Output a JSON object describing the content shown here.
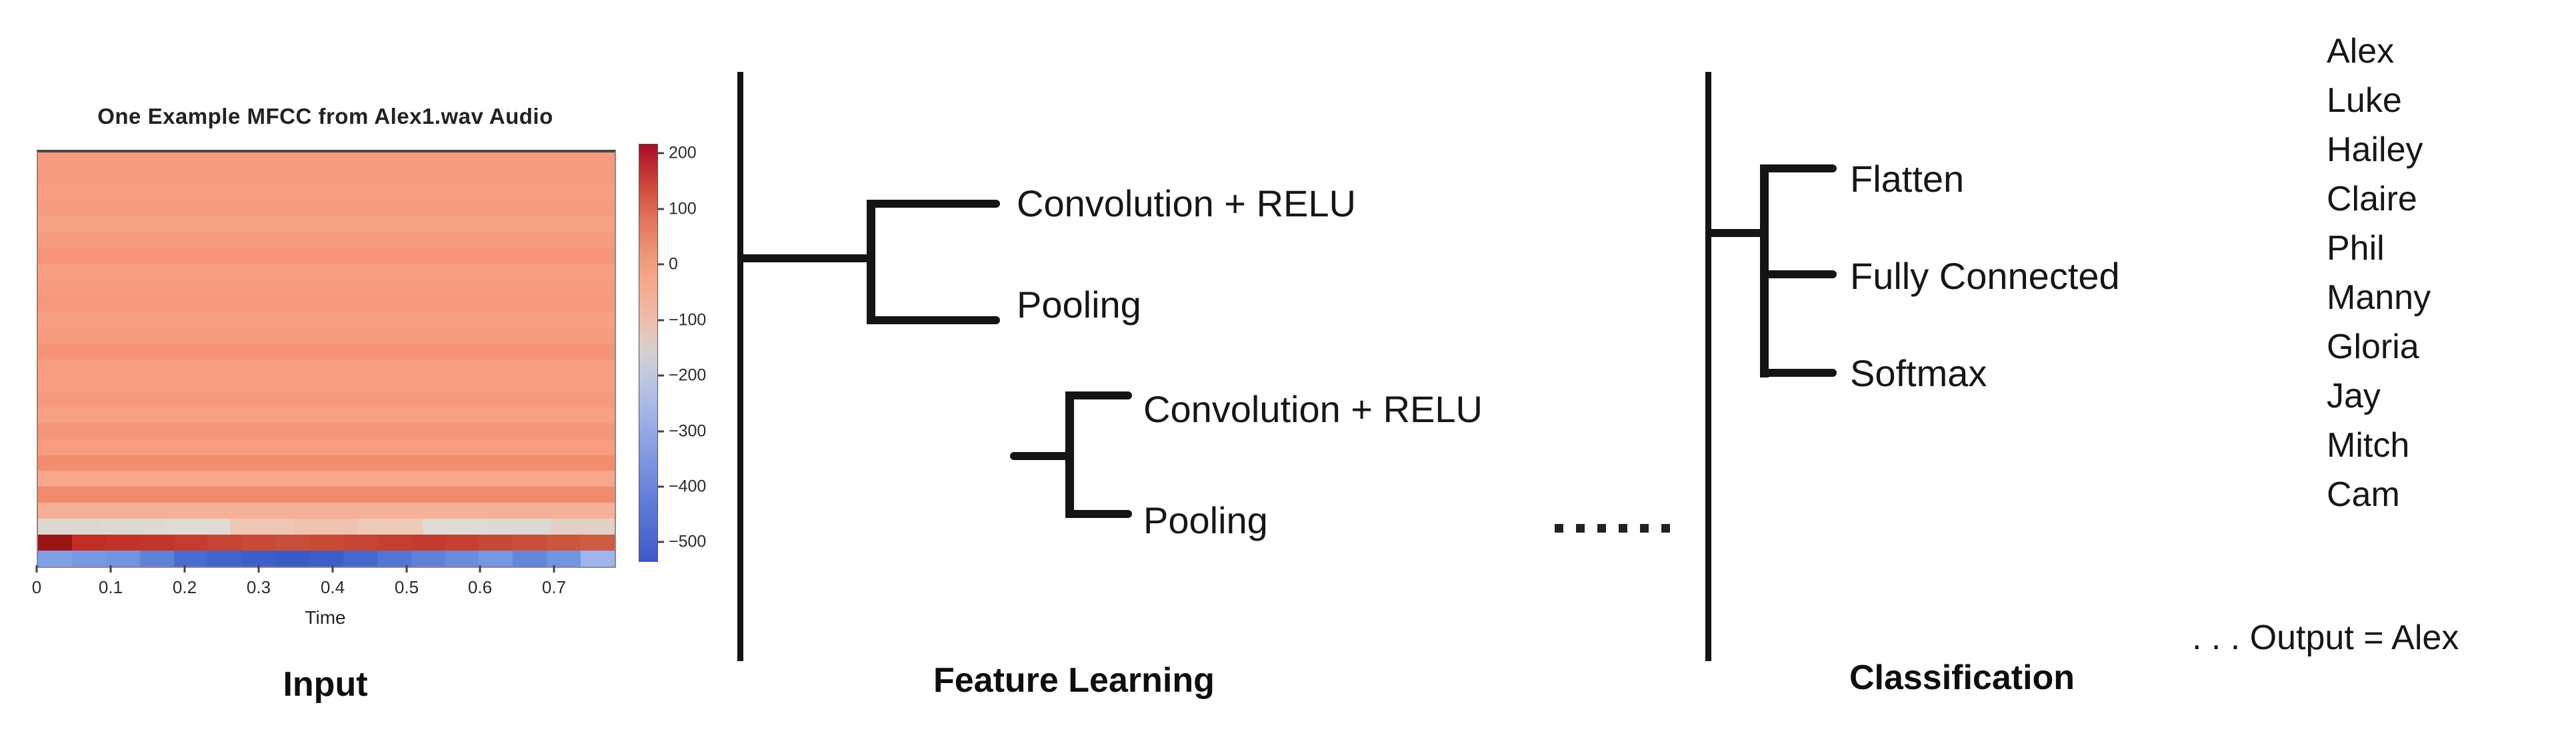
{
  "input": {
    "label": "Input",
    "plot": {
      "title": "One Example MFCC from Alex1.wav Audio",
      "xlabel": "Time"
    }
  },
  "feature_learning": {
    "label": "Feature Learning",
    "level1": {
      "top": "Convolution + RELU",
      "bottom": "Pooling"
    },
    "level2": {
      "top": "Convolution + RELU",
      "bottom": "Pooling"
    },
    "ellipsis_dots": 6
  },
  "classification": {
    "label": "Classification",
    "layers": [
      "Flatten",
      "Fully Connected",
      "Softmax"
    ],
    "classes": [
      "Alex",
      "Luke",
      "Hailey",
      "Claire",
      "Phil",
      "Manny",
      "Gloria",
      "Jay",
      "Mitch",
      "Cam"
    ],
    "output_text": ". . . Output = Alex"
  },
  "colors": {
    "connector_line": "#141414",
    "heatmap_body_salmon": "#F79B7E",
    "heatmap_gray_band": "#DBD8D2",
    "heatmap_dark_red_row": "#C43A2E",
    "heatmap_blue_row": "#4668CD",
    "colorbar_top_red": "#A50F23",
    "colorbar_bottom_blue": "#4059C7"
  },
  "chart_data": {
    "type": "heatmap",
    "title": "One Example MFCC from Alex1.wav Audio",
    "xlabel": "Time",
    "x_range": [
      0,
      0.78
    ],
    "x_ticks": [
      "0",
      "0.1",
      "0.2",
      "0.3",
      "0.4",
      "0.5",
      "0.6",
      "0.7"
    ],
    "colorbar": {
      "colormap": "coolwarm",
      "value_range": [
        -533,
        217
      ],
      "ticks": [
        {
          "v": 200,
          "label": "200"
        },
        {
          "v": 100,
          "label": "100"
        },
        {
          "v": 0,
          "label": "0"
        },
        {
          "v": -100,
          "label": "−100"
        },
        {
          "v": -200,
          "label": "−200"
        },
        {
          "v": -300,
          "label": "−300"
        },
        {
          "v": -400,
          "label": "−400"
        },
        {
          "v": -500,
          "label": "−500"
        }
      ]
    },
    "n_rows": 26,
    "rows": [
      {
        "v": 60,
        "color": "#F79B7E"
      },
      {
        "v": 62,
        "color": "#F6997C"
      },
      {
        "v": 57,
        "color": "#F89F82"
      },
      {
        "v": 61,
        "color": "#F69A7D"
      },
      {
        "v": 54,
        "color": "#F8A285"
      },
      {
        "v": 60,
        "color": "#F79B7E"
      },
      {
        "v": 68,
        "color": "#F59476"
      },
      {
        "v": 58,
        "color": "#F89E81"
      },
      {
        "v": 61,
        "color": "#F79A7D"
      },
      {
        "v": 64,
        "color": "#F6977A"
      },
      {
        "v": 56,
        "color": "#F8A083"
      },
      {
        "v": 60,
        "color": "#F79B7E"
      },
      {
        "v": 70,
        "color": "#F59375"
      },
      {
        "v": 59,
        "color": "#F79D80"
      },
      {
        "v": 57,
        "color": "#F89F82"
      },
      {
        "v": 63,
        "color": "#F6987B"
      },
      {
        "v": 55,
        "color": "#F8A184"
      },
      {
        "v": 67,
        "color": "#F59577"
      },
      {
        "v": 59,
        "color": "#F79C7F"
      },
      {
        "v": 78,
        "color": "#F28D6E"
      },
      {
        "v": 45,
        "color": "#F7A78B"
      },
      {
        "v": 82,
        "color": "#F18A6B"
      },
      {
        "v": 28,
        "color": "#F6B097"
      },
      {
        "values": [
          -155,
          -150,
          -148,
          -40,
          -35,
          -45,
          -140,
          -150,
          -90
        ],
        "cells": [
          "#DBD8D2",
          "#DDDAD4",
          "#DFDCD6",
          "#EEC8B4",
          "#EFC3AE",
          "#EECBB8",
          "#DFDCD6",
          "#DDDAD4",
          "#E2D0C4"
        ]
      },
      {
        "values": [
          230,
          205,
          200,
          202,
          195,
          190,
          185,
          182,
          185,
          190,
          196,
          198,
          194,
          188,
          184,
          178,
          172
        ],
        "cells": [
          "#9B1515",
          "#C02E26",
          "#C3322A",
          "#C1352C",
          "#C53C2F",
          "#C74434",
          "#C94B37",
          "#CA4F3A",
          "#C94A37",
          "#C74434",
          "#C53E30",
          "#C43A2E",
          "#C63F31",
          "#C84836",
          "#CA4E39",
          "#CC553E",
          "#CE5C43"
        ]
      },
      {
        "values": [
          -355,
          -365,
          -375,
          -420,
          -460,
          -472,
          -478,
          -485,
          -480,
          -465,
          -440,
          -420,
          -400,
          -380,
          -430,
          -395,
          -310
        ],
        "cells": [
          "#7FA0E4",
          "#7899E2",
          "#7293DF",
          "#5F81D8",
          "#4A6BCF",
          "#4263CB",
          "#3E5FC9",
          "#3A5BC7",
          "#3D5EC8",
          "#4668CD",
          "#5375D3",
          "#5F81D8",
          "#6B8CDD",
          "#7697E1",
          "#6486DA",
          "#7394DF",
          "#9DB4EC"
        ]
      }
    ]
  }
}
